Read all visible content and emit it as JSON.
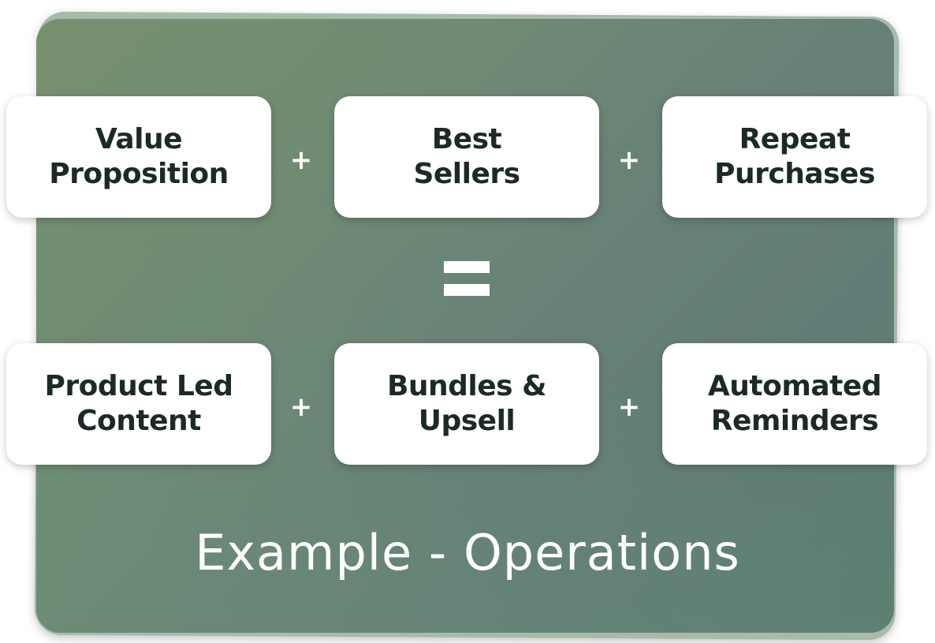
{
  "diagram": {
    "top_row": [
      {
        "label": "Value\nProposition"
      },
      {
        "label": "Best\nSellers"
      },
      {
        "label": "Repeat\nPurchases"
      }
    ],
    "equals_symbol": "=",
    "plus_symbol": "+",
    "bottom_row": [
      {
        "label": "Product Led\nContent"
      },
      {
        "label": "Bundles &\nUpsell"
      },
      {
        "label": "Automated\nReminders"
      }
    ],
    "footer_title": "Example - Operations"
  },
  "colors": {
    "panel_gradient_start": "#77906f",
    "panel_gradient_end": "#5b7e72",
    "card_background": "#ffffff",
    "card_text": "#1c2a24",
    "operator_color": "#ffffff"
  }
}
